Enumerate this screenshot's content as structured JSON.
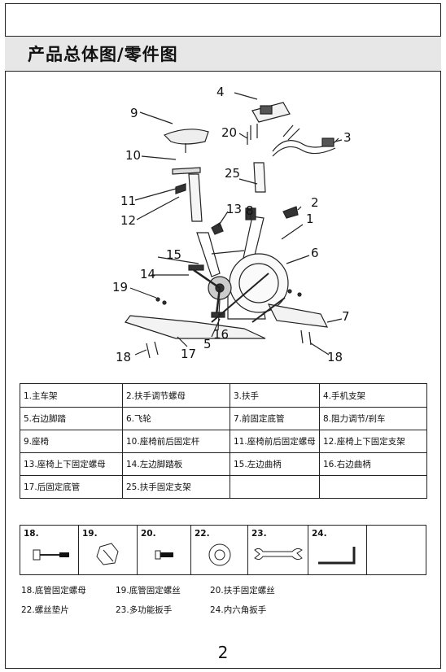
{
  "header": {
    "title": "产品总体图/零件图"
  },
  "diagram": {
    "callouts": {
      "c1": "1",
      "c2": "2",
      "c3": "3",
      "c4": "4",
      "c5": "5",
      "c6": "6",
      "c7": "7",
      "c8": "8",
      "c9": "9",
      "c10": "10",
      "c11": "11",
      "c12": "12",
      "c13": "13",
      "c14": "14",
      "c15": "15",
      "c16": "16",
      "c17": "17",
      "c18a": "18",
      "c18b": "18",
      "c19": "19",
      "c20": "20",
      "c25": "25"
    }
  },
  "parts_table": {
    "rows": [
      [
        "1.主车架",
        "2.扶手调节螺母",
        "3.扶手",
        "4.手机支架"
      ],
      [
        "5.右边脚踏",
        "6.飞轮",
        "7.前固定底管",
        "8.阻力调节/刹车"
      ],
      [
        "9.座椅",
        "10.座椅前后固定杆",
        "11.座椅前后固定螺母",
        "12.座椅上下固定支架"
      ],
      [
        "13.座椅上下固定螺母",
        "14.左边脚踏板",
        "15.左边曲柄",
        "16.右边曲柄"
      ],
      [
        "17.后固定底管",
        "25.扶手固定支架",
        "",
        ""
      ]
    ]
  },
  "hardware": {
    "cells": [
      {
        "num": "18.",
        "icon": "bolt-icon"
      },
      {
        "num": "19.",
        "icon": "nut-icon"
      },
      {
        "num": "20.",
        "icon": "short-screw-icon"
      },
      {
        "num": "22.",
        "icon": "washer-icon"
      },
      {
        "num": "23.",
        "icon": "wrench-icon"
      },
      {
        "num": "24.",
        "icon": "allen-key-icon"
      },
      {
        "num": "",
        "icon": ""
      }
    ],
    "legend": {
      "l18": "18.底管固定螺母",
      "l19": "19.底管固定螺丝",
      "l20": "20.扶手固定螺丝",
      "l22": "22.螺丝垫片",
      "l23": "23.多功能扳手",
      "l24": "24.内六角扳手"
    }
  },
  "footer": {
    "page_number": "2"
  }
}
